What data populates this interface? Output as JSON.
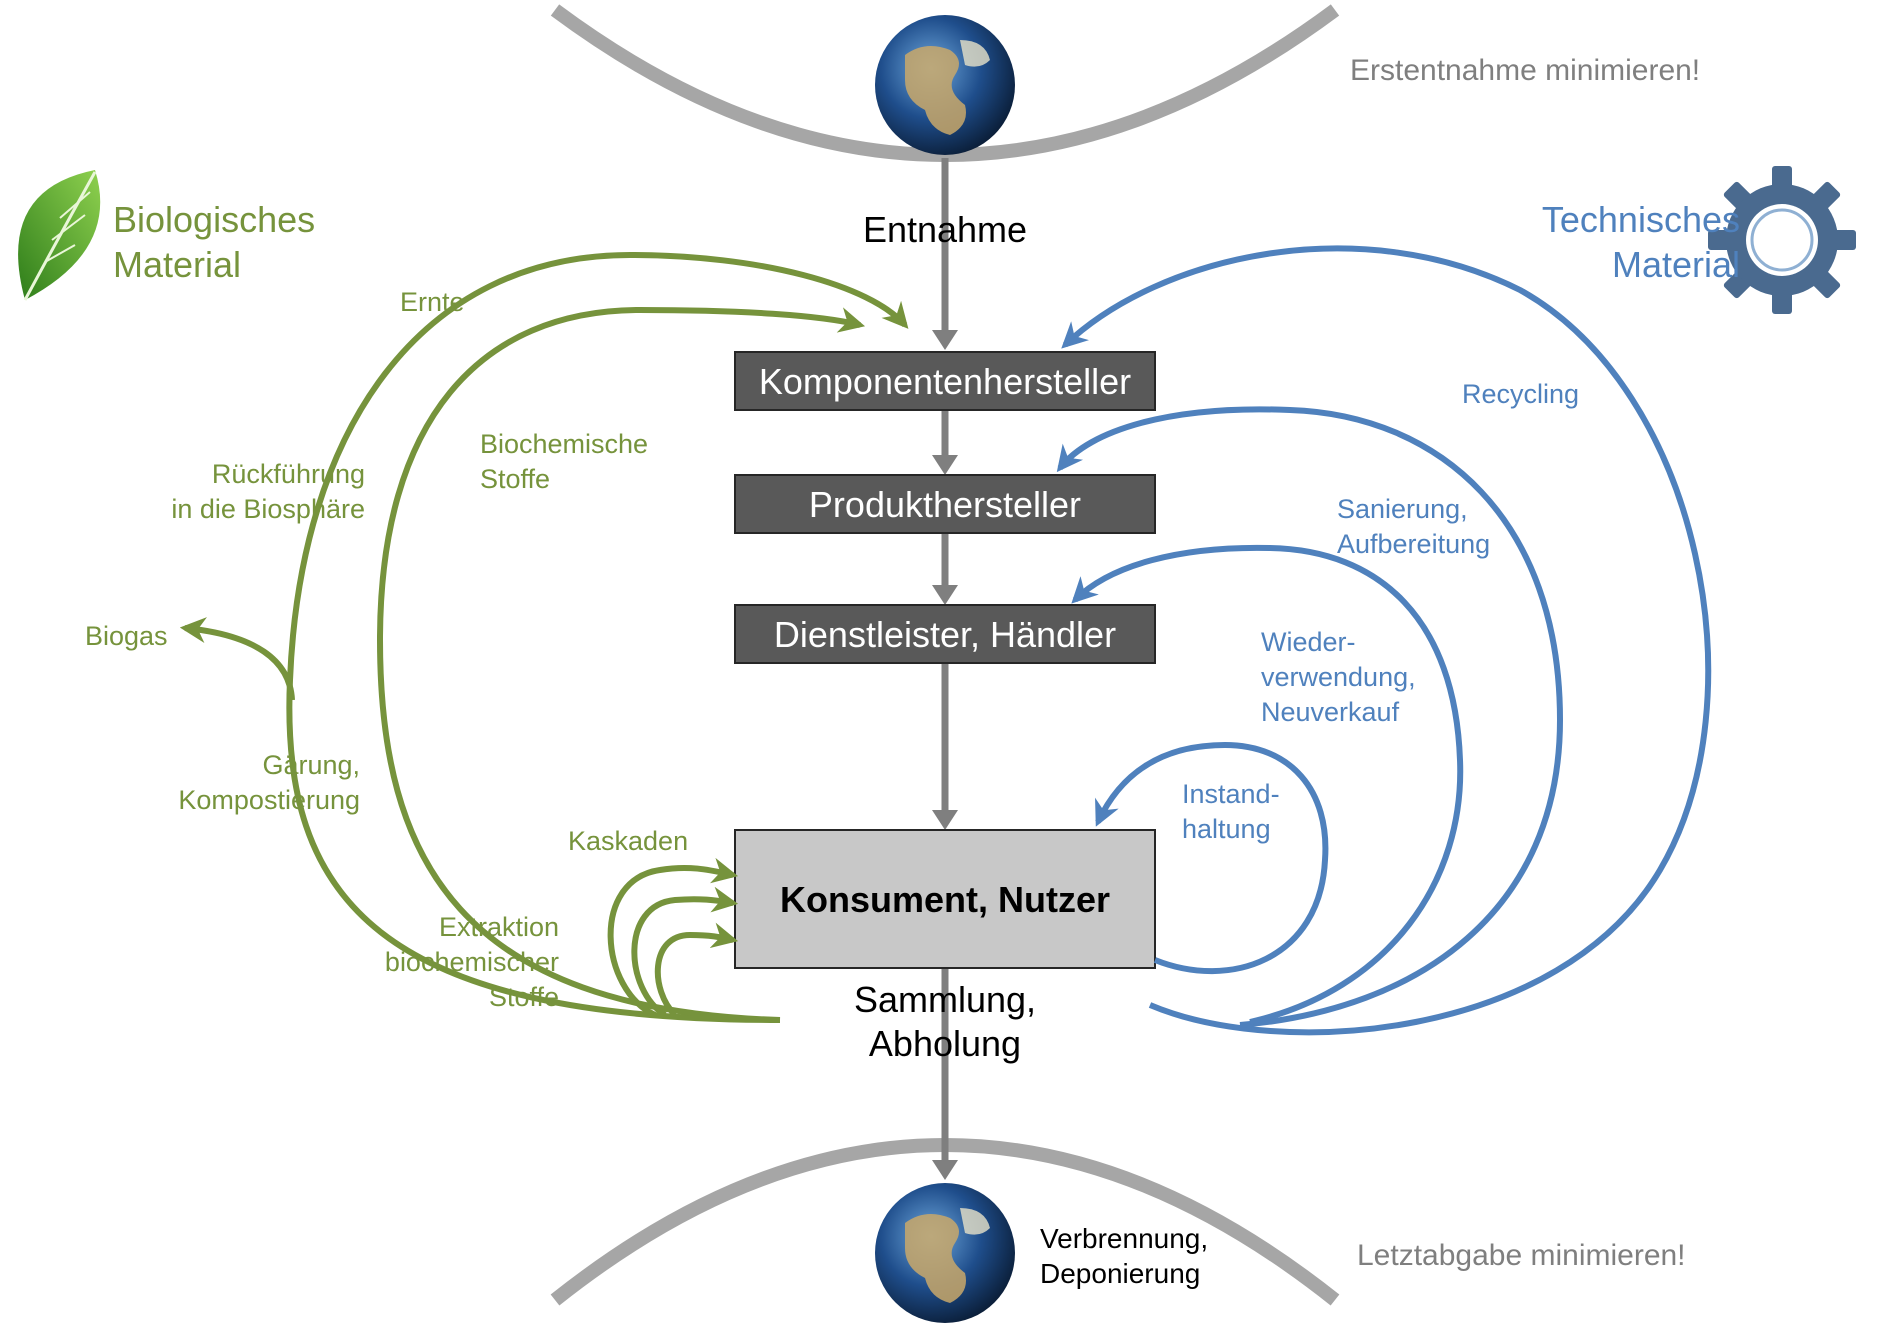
{
  "headers": {
    "bio_material": [
      "Biologisches",
      "Material"
    ],
    "tech_material": [
      "Technisches",
      "Material"
    ]
  },
  "notes": {
    "top": "Erstentnahme minimieren!",
    "bottom": "Letztabgabe minimieren!"
  },
  "center": {
    "entnahme": "Entnahme",
    "komponentenhersteller": "Komponentenhersteller",
    "produkthersteller": "Produkthersteller",
    "dienstleister": "Dienstleister, Händler",
    "konsument": "Konsument, Nutzer",
    "sammlung": [
      "Sammlung,",
      "Abholung"
    ],
    "verbrennung": [
      "Verbrennung,",
      "Deponierung"
    ]
  },
  "bio_loops": {
    "ernte": "Ernte",
    "rueckfuehrung": [
      "Rückführung",
      "in die Biosphäre"
    ],
    "biochemische": [
      "Biochemische",
      "Stoffe"
    ],
    "biogas": "Biogas",
    "gaerung": [
      "Gärung,",
      "Kompostierung"
    ],
    "kaskaden": "Kaskaden",
    "extraktion": [
      "Extraktion",
      "biochemischer",
      "Stoffe"
    ]
  },
  "tech_loops": {
    "recycling": "Recycling",
    "sanierung": [
      "Sanierung,",
      "Aufbereitung"
    ],
    "wiederverwendung": [
      "Wieder-",
      "verwendung,",
      "Neuverkauf"
    ],
    "instandhaltung": [
      "Instand-",
      "haltung"
    ]
  },
  "colors": {
    "bio": "#76933c",
    "tech": "#4f81bd",
    "flow": "#7f7f7f",
    "box_dark": "#595959",
    "box_light": "#c8c8c8"
  },
  "icons": [
    "leaf-icon",
    "gear-icon",
    "earth-globe-icon"
  ]
}
